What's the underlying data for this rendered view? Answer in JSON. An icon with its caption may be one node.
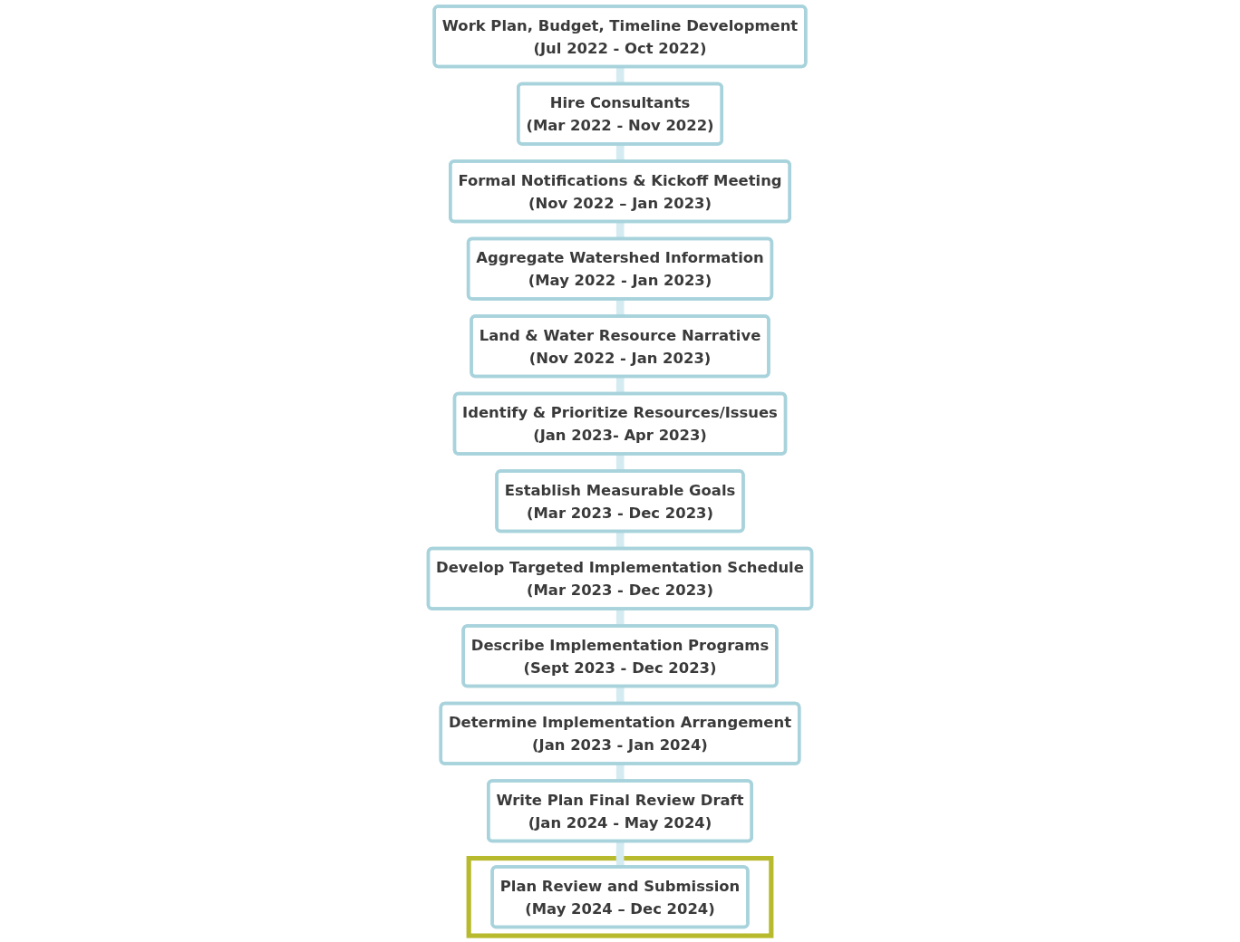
{
  "diagram": {
    "nodes": [
      {
        "text": [
          "Work Plan, Budget, Timeline Development",
          "(Jul 2022 - Oct 2022)"
        ]
      },
      {
        "text": [
          "Develop Targeted Implementation Schedule",
          "(Mar 2023 - Dec 2023)"
        ]
      },
      {
        "text": [
          "Describe Implementation Programs",
          "(Sept 2023 - Dec 2023)"
        ]
      },
      {
        "text": [
          "Hire Consultants",
          "(Mar 2022 - Nov 2022)"
        ]
      },
      {
        "text": [
          "Establish Measurable Goals",
          "(Mar 2023 - Dec 2023)"
        ]
      },
      {
        "text": [
          "Determine Implementation Arrangement",
          "(Jan 2023 - Jan 2024)"
        ]
      },
      {
        "text": [
          "Formal Notifications & Kickoff Meeting",
          "(Nov 2022 – Jan 2023)"
        ]
      },
      {
        "text": [
          "Identify & Prioritize Resources/Issues",
          "(Jan 2023- Apr 2023)"
        ]
      },
      {
        "text": [
          "Write Plan Final Review Draft",
          "(Jan 2024 - May 2024)"
        ]
      },
      {
        "text": [
          "Aggregate Watershed Information",
          "(May 2022 - Jan 2023)"
        ]
      },
      {
        "text": [
          "Land & Water Resource Narrative",
          "(Nov 2022 - Jan 2023)"
        ]
      },
      {
        "text": [],
        "shape": "box"
      },
      {
        "text": [
          "Plan Review and Submission",
          "(May 2024 – Dec 2024)"
        ],
        "in": 11
      }
    ],
    "edges": [
      {
        "from": 0,
        "to": 3,
        "arrow": "none"
      },
      {
        "from": 3,
        "to": 6,
        "arrow": "none"
      },
      {
        "from": 6,
        "to": 9,
        "arrow": "none"
      },
      {
        "from": 9,
        "to": 10,
        "arrow": "none"
      },
      {
        "from": 10,
        "to": 7,
        "arrow": "none"
      },
      {
        "from": 7,
        "to": 4,
        "arrow": "none"
      },
      {
        "from": 4,
        "to": 1,
        "arrow": "none"
      },
      {
        "from": 1,
        "to": 2,
        "arrow": "none"
      },
      {
        "from": 2,
        "to": 5,
        "arrow": "none"
      },
      {
        "from": 5,
        "to": 8,
        "arrow": "none"
      },
      {
        "from": 8,
        "to": 12,
        "arrow": "none"
      }
    ]
  }
}
